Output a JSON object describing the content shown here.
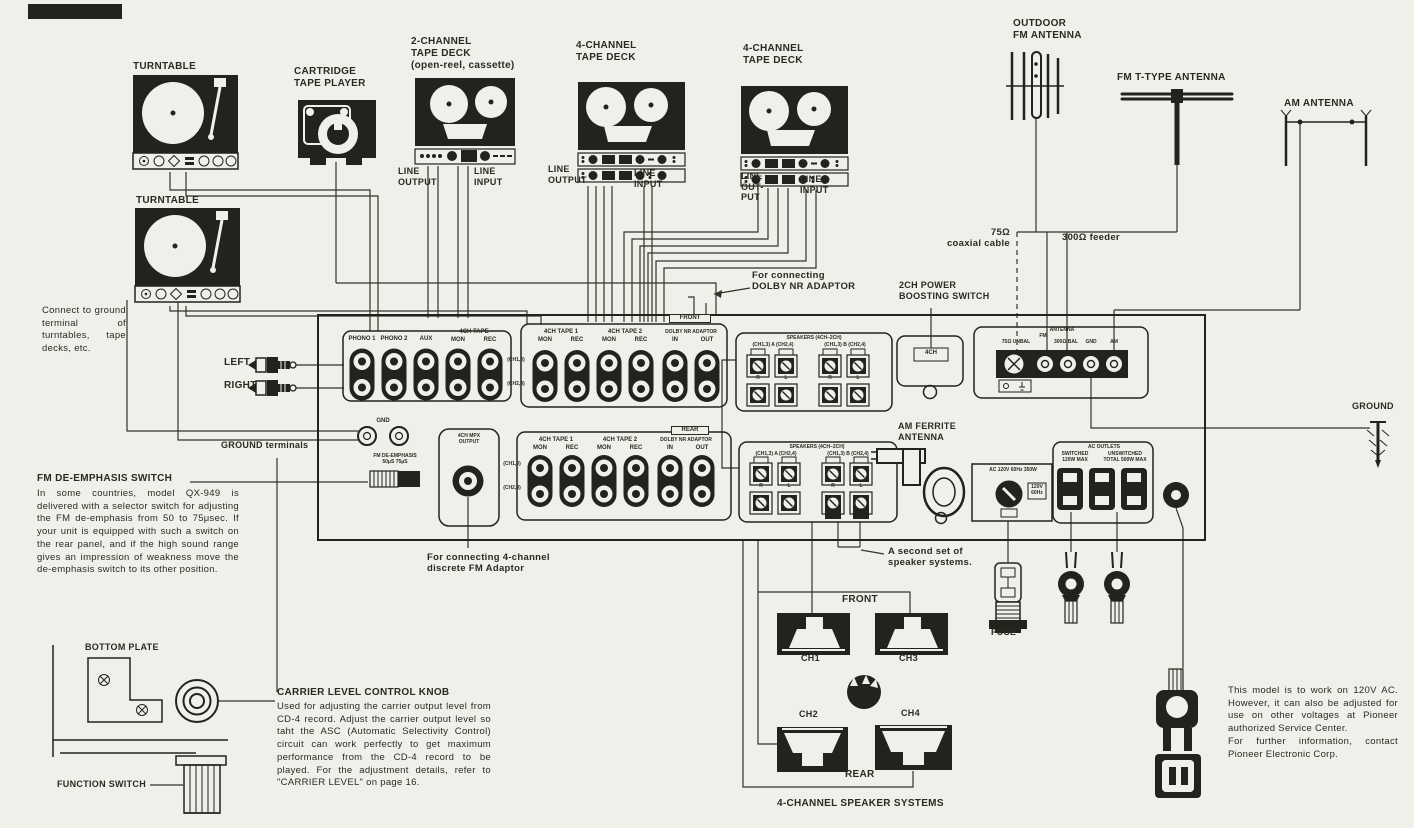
{
  "colors": {
    "paper": "#f0efe9",
    "ink": "#23221c"
  },
  "devices": {
    "turntable": "TURNTABLE",
    "cartridge": "CARTRIDGE\nTAPE PLAYER",
    "deck2": "2-CHANNEL\nTAPE DECK\n(open-reel, cassette)",
    "deck4": "4-CHANNEL\nTAPE DECK"
  },
  "lines": {
    "out": "LINE\nOUTPUT",
    "in": "LINE\nINPUT",
    "out3": "LINE\nOUT-\nPUT"
  },
  "antennas": {
    "outdoor": "OUTDOOR\nFM ANTENNA",
    "t_type": "FM T-TYPE ANTENNA",
    "am": "AM ANTENNA",
    "coax": "75Ω\ncoaxial cable",
    "feeder": "300Ω feeder",
    "ferrite": "AM FERRITE\nANTENNA"
  },
  "panel": {
    "jacks": {
      "phono1": "PHONO 1",
      "phono2": "PHONO 2",
      "aux": "AUX",
      "tape": "4CH TAPE",
      "tape1": "4CH TAPE 1",
      "tape2": "4CH TAPE 2",
      "dolby": "DOLBY NR ADAPTOR",
      "mon": "MON",
      "rec": "REC",
      "in": "IN",
      "out": "OUT",
      "front": "FRONT",
      "rear": "REAR",
      "ch13": "(CH1,3)",
      "ch24": "(CH2,4)"
    },
    "speakers": {
      "header": "SPEAKERS (4CH–2CH)",
      "a": "(CH1,3) A (CH2,4)",
      "b": "(CH1,3) B (CH2,4)",
      "r": "R",
      "l": "L"
    },
    "boost": "4CH",
    "antenna": {
      "header": "ANTENNA",
      "fm": "FM",
      "coax": "75Ω UNBAL",
      "bal": "300Ω BAL",
      "gnd": "GND",
      "am": "AM"
    },
    "gnd": "GND",
    "deemphasis": {
      "l1": "FM DE-EMPHASIS",
      "l2": "50μS   75μS"
    },
    "mpx": "4CH MPX\nOUTPUT",
    "ac": {
      "header": "AC OUTLETS",
      "switched": "SWITCHED\n120W MAX",
      "unswitched": "UNSWITCHED\nTOTAL 500W MAX",
      "selector": "AC 120V 60Hz 350W",
      "tag": "120V\n60Hz"
    }
  },
  "io": {
    "left": "LEFT",
    "right": "RIGHT",
    "ground_terminals": "GROUND terminals",
    "ground": "GROUND",
    "fuse": "FUSE"
  },
  "speakers": {
    "front": "FRONT",
    "rear": "REAR",
    "ch1": "CH1",
    "ch2": "CH2",
    "ch3": "CH3",
    "ch4": "CH4",
    "title": "4-CHANNEL SPEAKER SYSTEMS",
    "second_set": "A second set  of\nspeaker systems."
  },
  "notes": {
    "connect_ground": "Connect to ground terminal of turntables, tape decks, etc.",
    "dolby": "For connecting\nDOLBY NR ADAPTOR",
    "boost": "2CH POWER\nBOOSTING SWITCH",
    "mpx": "For connecting 4-channel\ndiscrete FM Adaptor",
    "deemphasis_title": "FM DE-EMPHASIS SWITCH",
    "deemphasis_body": "In some countries, model QX-949 is delivered with a selector switch for adjusting the FM de-emphasis from 50 to 75μsec. If your unit is equipped with such a switch on the rear panel, and if the high sound range gives an impression of weakness move the de-emphasis switch to its other position.",
    "bottom_plate": "BOTTOM PLATE",
    "function_switch": "FUNCTION SWITCH",
    "carrier_title": "CARRIER LEVEL CONTROL KNOB",
    "carrier_body": "Used for adjusting the carrier output level from CD-4 record. Adjust the carrier output level so taht the ASC (Automatic Selectivity Control) circuit can work perfectly to get maximum performance from the CD-4 record to be played. For the adjustment details, refer to \"CARRIER LEVEL\" on page 16.",
    "voltage": "This model is to work on 120V AC. However, it can also be adjusted for use on other voltages at Pioneer authorized Service Center.\nFor further information, contact Pioneer Electronic Corp."
  }
}
